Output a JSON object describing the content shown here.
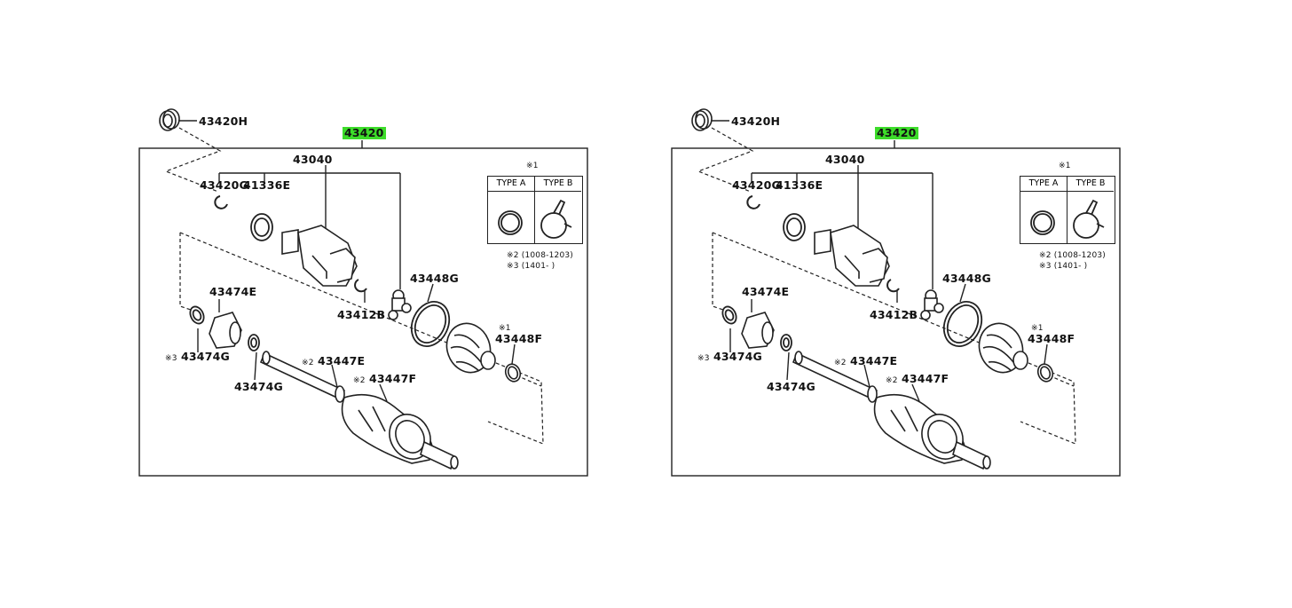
{
  "diagrams": [
    {
      "assembly_label": "43420",
      "parts": {
        "dust_seal": "43420H",
        "joint_assy": "43040",
        "snap_ring": "43420G",
        "seal": "41336E",
        "tulip_clip": "43412B",
        "boot_clamp_large": "43448G",
        "boot_clamp_small": "43448F",
        "inboard_joint": "43474E",
        "ring_note_lower": "43474G",
        "ring_lower": "43474G",
        "shaft_boot_clamp": "43447E",
        "shaft_boot": "43447F"
      },
      "notes": {
        "mark_1_top": "※1",
        "mark_1_boot": "※1",
        "mark_2_shaft": "※2",
        "mark_2_boot": "※2",
        "mark_3": "※3",
        "type_a": "TYPE A",
        "type_b": "TYPE B",
        "note_2": "※2 (1008-1203)",
        "note_3": "※3 (1401-      )"
      }
    },
    {
      "assembly_label": "43420",
      "parts": {
        "dust_seal": "43420H",
        "joint_assy": "43040",
        "snap_ring": "43420G",
        "seal": "41336E",
        "tulip_clip": "43412B",
        "boot_clamp_large": "43448G",
        "boot_clamp_small": "43448F",
        "inboard_joint": "43474E",
        "ring_note_lower": "43474G",
        "ring_lower": "43474G",
        "shaft_boot_clamp": "43447E",
        "shaft_boot": "43447F"
      },
      "notes": {
        "mark_1_top": "※1",
        "mark_1_boot": "※1",
        "mark_2_shaft": "※2",
        "mark_2_boot": "※2",
        "mark_3": "※3",
        "type_a": "TYPE A",
        "type_b": "TYPE B",
        "note_2": "※2 (1008-1203)",
        "note_3": "※3 (1401-      )"
      }
    }
  ],
  "colors": {
    "highlight": "#3ddc2a",
    "line": "#222222"
  }
}
